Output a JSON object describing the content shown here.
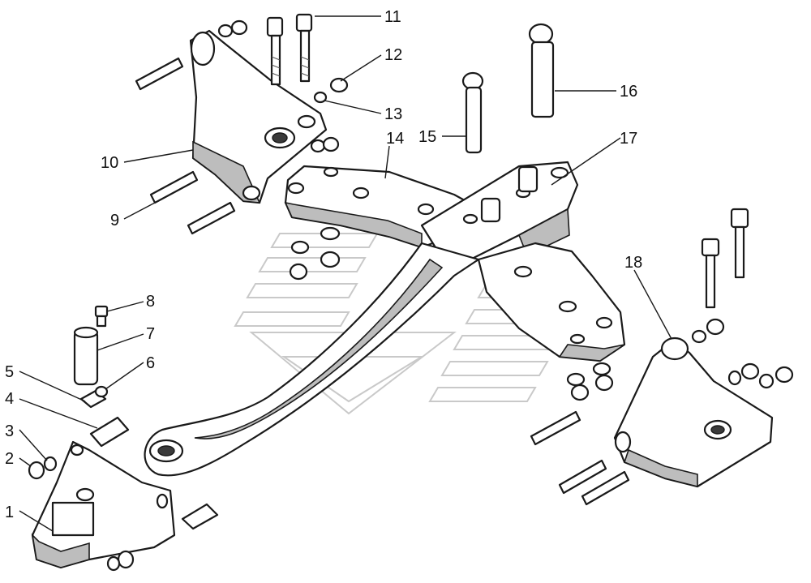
{
  "callouts": [
    {
      "id": "1",
      "label": "1"
    },
    {
      "id": "2",
      "label": "2"
    },
    {
      "id": "3",
      "label": "3"
    },
    {
      "id": "4",
      "label": "4"
    },
    {
      "id": "5",
      "label": "5"
    },
    {
      "id": "6",
      "label": "6"
    },
    {
      "id": "7",
      "label": "7"
    },
    {
      "id": "8",
      "label": "8"
    },
    {
      "id": "9",
      "label": "9"
    },
    {
      "id": "10",
      "label": "10"
    },
    {
      "id": "11",
      "label": "11"
    },
    {
      "id": "12",
      "label": "12"
    },
    {
      "id": "13",
      "label": "13"
    },
    {
      "id": "14",
      "label": "14"
    },
    {
      "id": "15",
      "label": "15"
    },
    {
      "id": "16",
      "label": "16"
    },
    {
      "id": "17",
      "label": "17"
    },
    {
      "id": "18",
      "label": "18"
    }
  ],
  "colors": {
    "line": "#1a1a1a",
    "background": "#ffffff",
    "watermark": "#c9c9c9"
  }
}
